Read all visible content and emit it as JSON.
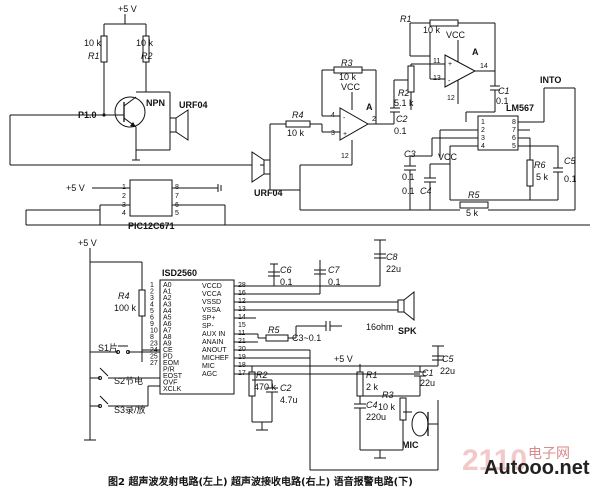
{
  "caption": "图2  超声波发射电路(左上) 超声波接收电路(右上) 语音报警电路(下)",
  "watermark": {
    "brand": "2110",
    "site": "Autooo.net",
    "tagline": "电子网"
  },
  "tx": {
    "supply": "+5 V",
    "r1_val": "10 k",
    "r1_ref": "R1",
    "r2_val": "10 k",
    "r2_ref": "R2",
    "port": "P1.0",
    "transistor": "NPN",
    "transducer": "URF04",
    "mcu_supply": "+5 V",
    "mcu": "PIC12C671",
    "mcu_pins": [
      "1",
      "2",
      "3",
      "4",
      "5",
      "6",
      "7",
      "8"
    ]
  },
  "rx": {
    "r1_ref": "R1",
    "r1_val": "10 k",
    "vcc1": "VCC",
    "opamp1": "A",
    "r3_ref": "R3",
    "r3_val": "10 k",
    "vcc2": "VCC",
    "opamp2": "A",
    "r2_ref": "R2",
    "r2_val": "5.1 k",
    "c1_ref": "C1",
    "c1_val": "0.1",
    "c2_ref": "C2",
    "c2_val": "0.1",
    "r4_ref": "R4",
    "r4_val": "10 k",
    "pins_a1": [
      "4",
      "3",
      "2",
      "12"
    ],
    "pins_a2": [
      "11",
      "13",
      "14",
      "12"
    ],
    "into": "INTO",
    "decoder": "LM567",
    "decoder_pins": [
      "1",
      "2",
      "3",
      "4",
      "5",
      "6",
      "7",
      "8"
    ],
    "c3_ref": "C3",
    "c3_val": "0.1",
    "vcc3": "VCC",
    "c4_val": "0.1",
    "c4_ref": "C4",
    "r6_ref": "R6",
    "r6_val": "5 k",
    "c5_ref": "C5",
    "c5_val": "0.1",
    "r5_ref": "R5",
    "r5_val": "5 k",
    "transducer": "URF04"
  },
  "voice": {
    "supply": "+5 V",
    "r4_ref": "R4",
    "r4_val": "100 k",
    "chip": "ISD2560",
    "left_pins": [
      "1",
      "2",
      "3",
      "4",
      "5",
      "6",
      "9",
      "10",
      "8",
      "23",
      "24",
      "25",
      "27"
    ],
    "left_labels": [
      "A0",
      "A1",
      "A2",
      "A3",
      "A4",
      "A5",
      "A6",
      "A7",
      "A8",
      "A9",
      "CE",
      "PD",
      "EOM"
    ],
    "left_labels2": [
      "P/R",
      "EOST",
      "OVF",
      "XCLK"
    ],
    "right_labels": [
      "VCCD",
      "VCCA",
      "VSSD",
      "VSSA",
      "SP+",
      "SP-",
      "AUX IN",
      "ANAIN",
      "ANOUT",
      "MICHEF",
      "MIC",
      "AGC"
    ],
    "right_pins": [
      "28",
      "16",
      "12",
      "13",
      "14",
      "15",
      "11",
      "21",
      "20",
      "19",
      "18",
      "17"
    ],
    "c6_ref": "C6",
    "c6_val": "0.1",
    "c7_ref": "C7",
    "c7_val": "0.1",
    "c8_ref": "C8",
    "c8_val": "22u",
    "speaker": "SPK",
    "speaker_imp": "16ohm",
    "r5_ref": "R5",
    "c3_val": "C3~0.1",
    "s1": "S1片",
    "s2": "S2节电",
    "s3": "S3录/放",
    "r2_ref": "R2",
    "r2_val": "470 k",
    "c2_ref": "C2",
    "c2_val": "4.7u",
    "supply2": "+5 V",
    "r1_ref": "R1",
    "r1_val": "2 k",
    "c1_ref": "C1",
    "c1_val": "22u",
    "c5_ref": "C5",
    "c5_val": "22u",
    "r3_ref": "R3",
    "r3_val": "10 k",
    "c4_ref": "C4",
    "c4_val": "220u",
    "mic": "MIC"
  }
}
